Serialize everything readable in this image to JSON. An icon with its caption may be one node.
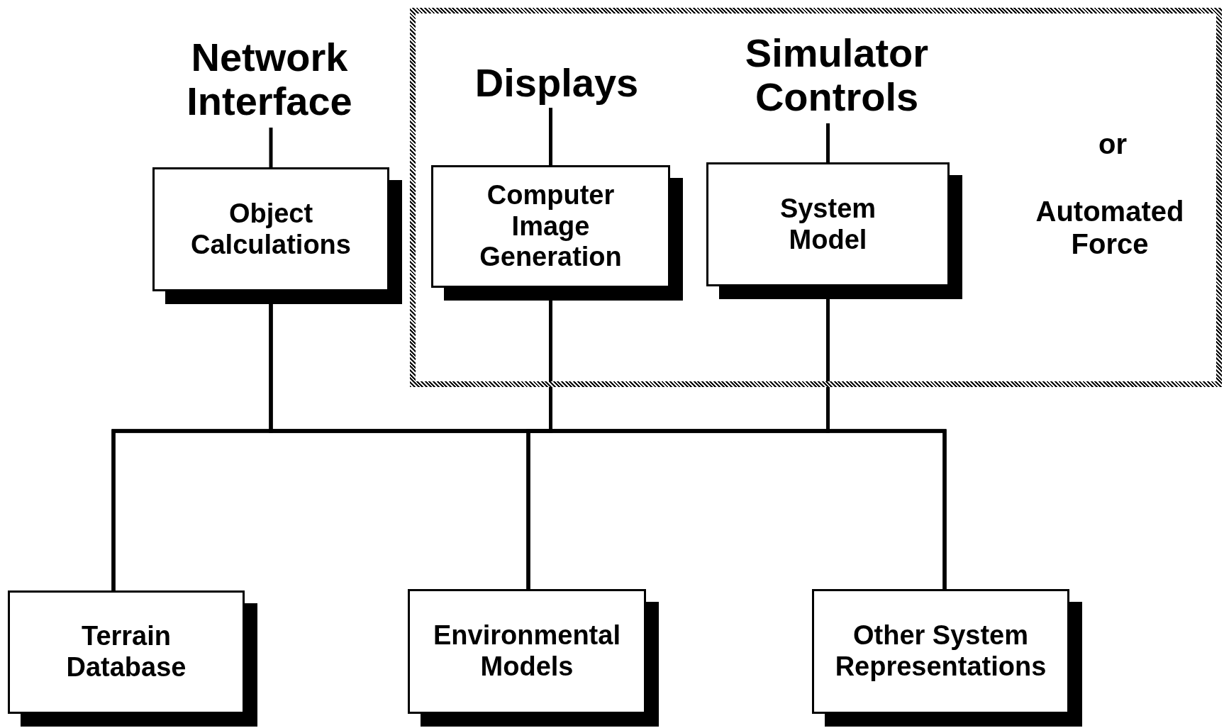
{
  "diagram": {
    "nodes": [
      {
        "text": [
          "Network Interface"
        ]
      },
      {
        "text": [
          "or",
          "Automated Force"
        ]
      },
      {
        "text": [
          "Displays"
        ],
        "in": 1
      },
      {
        "text": [
          "Simulator Controls"
        ],
        "in": 1
      },
      {
        "text": [
          "Object Calculations"
        ]
      },
      {
        "text": [
          "Computer Image Generation"
        ],
        "in": 1
      },
      {
        "text": [
          "System Model"
        ],
        "in": 1
      },
      {
        "text": [
          "Terrain Database"
        ]
      },
      {
        "text": [
          "Environmental Models"
        ]
      },
      {
        "text": [
          "Other System Representations"
        ]
      }
    ],
    "edges": [
      {
        "from": 0,
        "to": 4,
        "arrow": "none"
      },
      {
        "from": 2,
        "to": 5,
        "arrow": "none"
      },
      {
        "from": 3,
        "to": 6,
        "arrow": "none"
      },
      {
        "from": 4,
        "to": 7,
        "arrow": "none"
      },
      {
        "from": 4,
        "to": 8,
        "arrow": "none"
      },
      {
        "from": 4,
        "to": 9,
        "arrow": "none"
      },
      {
        "from": 5,
        "to": 7,
        "arrow": "none"
      },
      {
        "from": 5,
        "to": 8,
        "arrow": "none"
      },
      {
        "from": 5,
        "to": 9,
        "arrow": "none"
      },
      {
        "from": 6,
        "to": 7,
        "arrow": "none"
      },
      {
        "from": 6,
        "to": 8,
        "arrow": "none"
      },
      {
        "from": 6,
        "to": 9,
        "arrow": "none"
      }
    ]
  }
}
